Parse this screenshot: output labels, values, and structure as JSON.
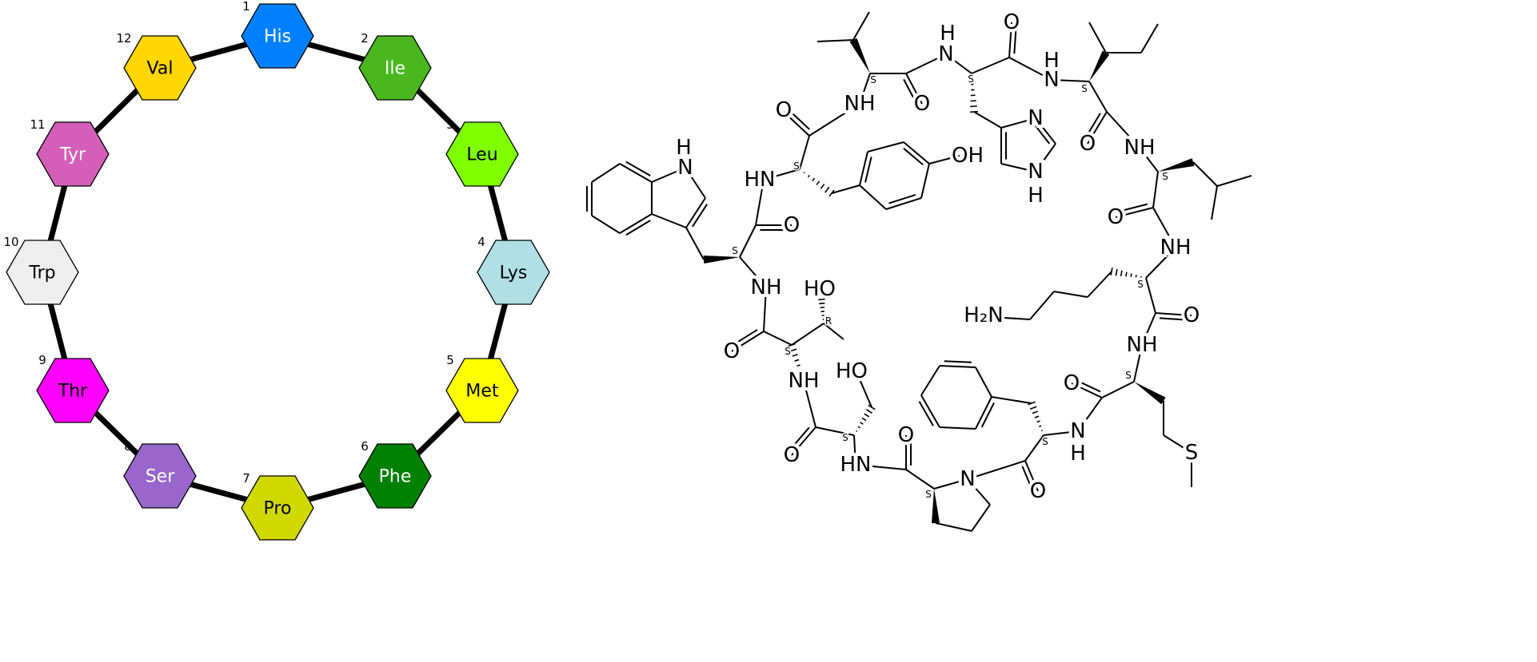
{
  "ring": {
    "residues": [
      {
        "index": "1",
        "name": "His",
        "color": "#0080ff",
        "text": "#ffffff"
      },
      {
        "index": "2",
        "name": "Ile",
        "color": "#4ab71e",
        "text": "#ffffff"
      },
      {
        "index": "3",
        "name": "Leu",
        "color": "#80ff00",
        "text": "#000000"
      },
      {
        "index": "4",
        "name": "Lys",
        "color": "#b0dfe5",
        "text": "#000000"
      },
      {
        "index": "5",
        "name": "Met",
        "color": "#ffff00",
        "text": "#000000"
      },
      {
        "index": "6",
        "name": "Phe",
        "color": "#008000",
        "text": "#ffffff"
      },
      {
        "index": "7",
        "name": "Pro",
        "color": "#d0d800",
        "text": "#000000"
      },
      {
        "index": "8",
        "name": "Ser",
        "color": "#9966cc",
        "text": "#ffffff"
      },
      {
        "index": "9",
        "name": "Thr",
        "color": "#ff00ff",
        "text": "#000000"
      },
      {
        "index": "10",
        "name": "Trp",
        "color": "#eeeeee",
        "text": "#000000"
      },
      {
        "index": "11",
        "name": "Tyr",
        "color": "#d45fb8",
        "text": "#ffffff"
      },
      {
        "index": "12",
        "name": "Val",
        "color": "#ffd700",
        "text": "#000000"
      }
    ]
  },
  "structure": {
    "atom_labels": [
      "NH",
      "O",
      "N",
      "H",
      "O",
      "N",
      "H",
      "N",
      "N",
      "H",
      "O",
      "NH",
      "O",
      "NH",
      "H₂N",
      "O",
      "NH",
      "S",
      "O",
      "N",
      "H",
      "O",
      "N",
      "O",
      "HN",
      "HO",
      "O",
      "NH",
      "HO",
      "O",
      "NH",
      "N",
      "H",
      "O",
      "HN",
      "OH",
      "O"
    ],
    "stereo_labels": [
      "S",
      "S",
      "S",
      "S",
      "S",
      "S",
      "S",
      "S",
      "S",
      "S",
      "R",
      "S",
      "S"
    ]
  }
}
